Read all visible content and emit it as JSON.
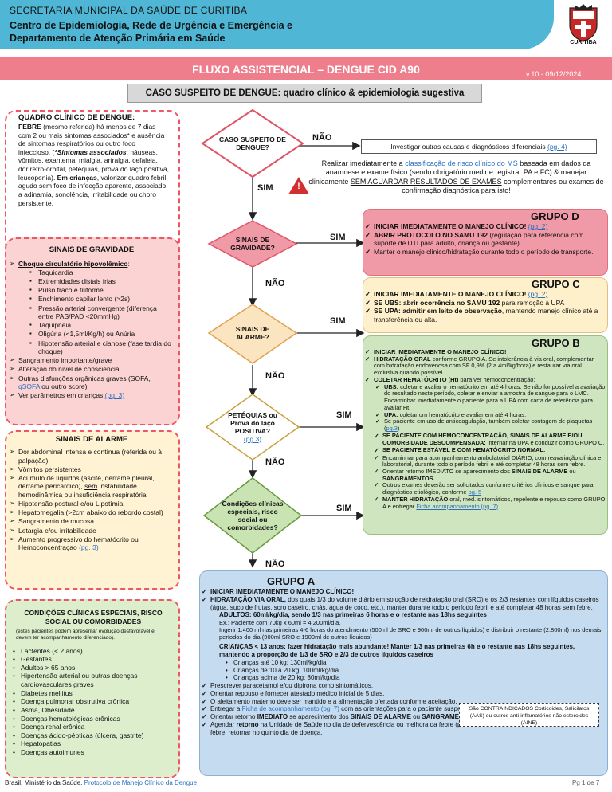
{
  "header": {
    "secretaria": "SECRETARIA MUNICIPAL DA SAÚDE DE CURITIBA",
    "centro1": "Centro de Epidemiologia, Rede de Urgência e Emergência e",
    "centro2": "Departamento de Atenção Primária em Saúde",
    "logo_text": "CURITIBA"
  },
  "title": "FLUXO ASSISTENCIAL – DENGUE CID A90",
  "version": "v.10 - 09/12/2024",
  "case_title": "CASO SUSPEITO DE DENGUE: quadro clínico & epidemiologia sugestiva",
  "clinico": {
    "title": "QUADRO CLÍNICO DE DENGUE:",
    "t1": "FEBRE",
    "t2": " (mesmo referida) há menos de 7 dias com 2 ou mais sintomas associados* e ausência de sintomas respiratórios ou outro foco infeccioso. (",
    "t3": "*Sintomas associados",
    "t4": ": náuseas, vômitos, exantema, mialgia, artralgia, cefaleia, dor retro-orbital, petéquias, prova do laço positiva, leucopenia). ",
    "t5": "Em crianças",
    "t6": ", valorizar quadro febril agudo sem foco de infecção aparente, associado a adinamia, sonolência, irritabilidade ou choro persistente."
  },
  "gravidade": {
    "title": "SINAIS DE GRAVIDADE",
    "choque": "Choque circulatório hipovolêmico",
    "choque_colon": ":",
    "sub": [
      "Taquicardia",
      "Extremidades distais frias",
      "Pulso fraco e filiforme",
      "Enchimento capilar lento (>2s)",
      "Pressão arterial convergente (diferença entre PAS/PAD <20mmHg)",
      "Taquipneia",
      "Oligúria (<1,5ml/Kg/h) ou Anúria",
      "Hipotensão arterial e cianose (fase tardia do choque)"
    ],
    "i1": "Sangramento importante/grave",
    "i2": "Alteração do nível de consciencia",
    "i3a": "Outras disfunções orgânicas graves (SOFA, ",
    "i3b": "qSOFA",
    "i3c": " ou outro score)",
    "i4a": "Ver parâmetros em crianças ",
    "i4b": "(pg. 3)"
  },
  "alarme": {
    "title": "SINAIS DE ALARME",
    "i1": "Dor abdominal intensa e contínua (referida ou à palpação)",
    "i2": "Vômitos persistentes",
    "i3a": "Acúmulo de líquidos (ascite, derrame pleural, derrame pericárdico), ",
    "i3b": "sem",
    "i3c": " instabilidade hemodinâmica ou insuficiência respiratória",
    "i4": "Hipotensão postural e/ou Lipotímia",
    "i5": "Hepatomegalia (>2cm abaixo do rebordo costal)",
    "i6": "Sangramento de mucosa",
    "i7": "Letargia e/ou irritabilidade",
    "i8a": "Aumento progressivo do hematócrito ou Hemoconcentraçao ",
    "i8b": "(pg. 3)"
  },
  "condicoes": {
    "title": "CONDIÇÕES CLÍNICAS ESPECIAIS, RISCO SOCIAL OU COMORBIDADES",
    "note": "(estes pacientes podem apresentar evolução desfavorável e devem ter acompanhamento diferenciado).",
    "items": [
      "Lactentes (< 2 anos)",
      "Gestantes",
      "Adultos > 65 anos",
      "Hipertensão arterial ou outras doenças cardiovasculares graves",
      "Diabetes mellitus",
      "Doença pulmonar obstrutiva crônica",
      "Asma, Obesidade",
      "Doenças hematológicas crônicas",
      "Doença renal crônica",
      "Doenças ácido-pépticas (úlcera, gastrite)",
      "Hepatopatias",
      "Doenças autoimunes"
    ]
  },
  "flow": {
    "d1": "CASO SUSPEITO DE DENGUE?",
    "nao1": "NÃO",
    "nao1_text": "Investigar outras causas e diagnósticos diferenciais ",
    "nao1_link": "(pg. 4)",
    "sim1": "SIM",
    "warn": "!",
    "realize1": "Realizar imediatamente a ",
    "realize_link": "classificação de risco clínico do MS",
    "realize2": " baseada em dados da anamnese e exame físico (sendo obrigatório medir e registrar PA e FC) & manejar clinicamente ",
    "realize_u": "SEM AGUARDAR RESULTADOS DE EXAMES",
    "realize3": " complementares ou exames de confirmação diagnóstica para isto!",
    "d2": "SINAIS DE GRAVIDADE?",
    "sim2": "SIM",
    "nao2": "NÃO",
    "d3": "SINAIS DE ALARME?",
    "sim3": "SIM",
    "nao3": "NÃO",
    "d4a": "PETÉQUIAS ou Prova do laço POSITIVA?",
    "d4b": "(pg.3)",
    "sim4": "SIM",
    "nao4": "NÃO",
    "d5": "Condições clínicas especiais, risco social ou comorbidades?",
    "sim5": "SIM",
    "nao5": "NÃO"
  },
  "grupoD": {
    "title": "GRUPO D",
    "i1": "INICIAR IMEDIATAMENTE O MANEJO CLÍNICO! ",
    "i1l": "(pg. 2)",
    "i2a": "ABRIR PROTOCOLO NO SAMU 192",
    "i2b": " (regulação para referência com suporte de UTI para adulto, criança ou gestante).",
    "i3": "Manter o manejo clínico/hidratação durante todo o período de transporte."
  },
  "grupoC": {
    "title": "GRUPO C",
    "i1": "INICIAR IMEDIATAMENTE O MANEJO CLÍNICO! ",
    "i1l": "(pg. 2)",
    "i2a": "SE UBS: abrir ocorrência no SAMU 192",
    "i2b": " para remoção à UPA",
    "i3a": "SE UPA: admitir em leito de observação",
    "i3b": ", mantendo manejo clínico até a transferência ou alta."
  },
  "grupoB": {
    "title": "GRUPO B",
    "i1": "INICIAR IMEDIATAMENTE O MANEJO CLÍNICO!",
    "i2a": "HIDRATAÇÃO ORAL",
    "i2b": " conforme GRUPO A. Se intolerância à via oral, complementar com hidratação endovenosa com SF 0,9% (2 a 4ml/kg/hora) e restaurar via oral exclusiva quando possível.",
    "i3a": "COLETAR HEMATÓCRITO (Ht)",
    "i3b": " para ver hemoconcentração:",
    "s1a": "UBS:",
    "s1b": " coletar e avaliar o hematócrito em até 4 horas. Se não for possível a avaliação do resultado neste período, coletar e enviar a amostra de sangue para o LMC. Encaminhar imediatamente o paciente para a UPA com carta de referência para avaliar Ht.",
    "s2a": "UPA:",
    "s2b": " coletar um hematócrito e avaliar em até 4 horas.",
    "s3a": "Se paciente em uso de anticoagulação, também coletar contagem de plaquetas (",
    "s3b": "pg.3",
    "s3c": ")",
    "a1a": "SE PACIENTE COM HEMOCONCENTRAÇÃO, SINAIS DE ALARME E/OU COMORBIDADE DESCOMPENSADA:",
    "a1b": " internar na UPA e conduzir como GRUPO C.",
    "a2": "SE PACIENTE ESTÁVEL E COM HEMATÓCRITO NORMAL:",
    "t1": "Encaminhar para acompanhamento ambulatorial DIÁRIO, com reavaliação clínica e laboratorial, durante todo o período febril e até completar 48 horas sem febre.",
    "t2a": "Orientar retorno IMEDIATO se aparecimento dos ",
    "t2b": "SINAIS DE ALARME",
    "t2c": " ou ",
    "t2d": "SANGRAMENTOS.",
    "t3a": "Outros exames deverão ser solicitados conforme critérios clínicos e sangue para diagnóstico etiológico, conforme ",
    "t3b": "pg. 5",
    "t4a": "MANTER HIDRATAÇÃO",
    "t4b": " oral, med. sintomáticos, repelente e repouso como GRUPO A e entregar ",
    "t4c": "Ficha acompanhamento (pg. 7)"
  },
  "grupoA": {
    "title": "GRUPO A",
    "i1": "INICIAR IMEDIATAMENTE O MANEJO CLÍNICO!",
    "i2a": "HIDRATAÇÃO VIA ORAL,",
    "i2b": " dos quais 1/3 do volume diário em solução de reidratação oral (SRO) e os 2/3 restantes com líquidos caseiros (água, suco de frutas, soro caseiro, chás, água de coco, etc.), manter durante todo o período febril e até completar 48 horas sem febre.",
    "ad1": "ADULTOS: ",
    "ad2": "60ml/kg/dia",
    "ad3": ", sendo 1/3 nas primeiras 6 horas e o restante nas 18hs seguintes",
    "ad4": "Ex.: Paciente com 70kg x 60ml = 4.200ml/dia.",
    "ad5": "Ingerir 1.400 ml nas primeiras 4-6 horas do atendimento (500ml de SRO e 900ml de outros líquidos) e distribuir o restante (2.800ml) nos demais períodos do dia (900ml SRO e 1900ml de outros líquidos)",
    "cr1": "CRIANÇAS < 13 anos: fazer hidratação mais abundante! Manter 1/3 nas primeiras 6h e o restante nas 18hs seguintes, mantendo a proporção de 1/3 de SRO e 2/3 de outros líquidos caseiros",
    "cr": [
      "Crianças até 10 kg: 130ml/kg/dia",
      "Crianças de 10 a 20 kg: 100ml/kg/dia",
      "Crianças acima de 20 kg: 80ml/kg/dia"
    ],
    "contra": "São CONTRAINDICADOS Corticoides, Salicilatos (AAS) ou outros anti-inflamatórios não esteroides (AINE)",
    "i3": "Prescrever paracetamol e/ou dipirona como sintomáticos.",
    "i4": "Orientar repouso e fornecer atestado médico inicial de 5 dias.",
    "i5": "O aleitamento materno deve ser mantido e a alimentação ofertada conforme aceitação.",
    "i6a": "Entregar a ",
    "i6b": "Ficha de acompanhamento (pg. 7)",
    "i6c": " com as orientações para o paciente suspeito de dengue.",
    "i7a": "Orientar retorno ",
    "i7b": "IMEDIATO",
    "i7c": " se aparecimento dos ",
    "i7d": "SINAIS DE ALARME",
    "i7e": " ou ",
    "i7f": "SANGRAMENTOS",
    "i7g": ".",
    "i8a": "Agendar ",
    "i8b": "retorno",
    "i8c": " na Unidade de Saúde no dia de defervescência ou melhora da febre (possível início da fase crítica). Caso persista com febre, retornar no quinto dia de doença."
  },
  "footer": {
    "text": "Brasil. Ministério da Saúde.",
    "link": " Protocolo de Manejo Clínico da Dengue",
    "page": "Pg 1 de 7"
  },
  "colors": {
    "header": "#4fb7d5",
    "title_bar": "#ef7e8d",
    "grupoD": "#f19aa7",
    "grupoC": "#fff0cc",
    "grupoB": "#cfe5c0",
    "grupoA": "#c5dbef"
  }
}
